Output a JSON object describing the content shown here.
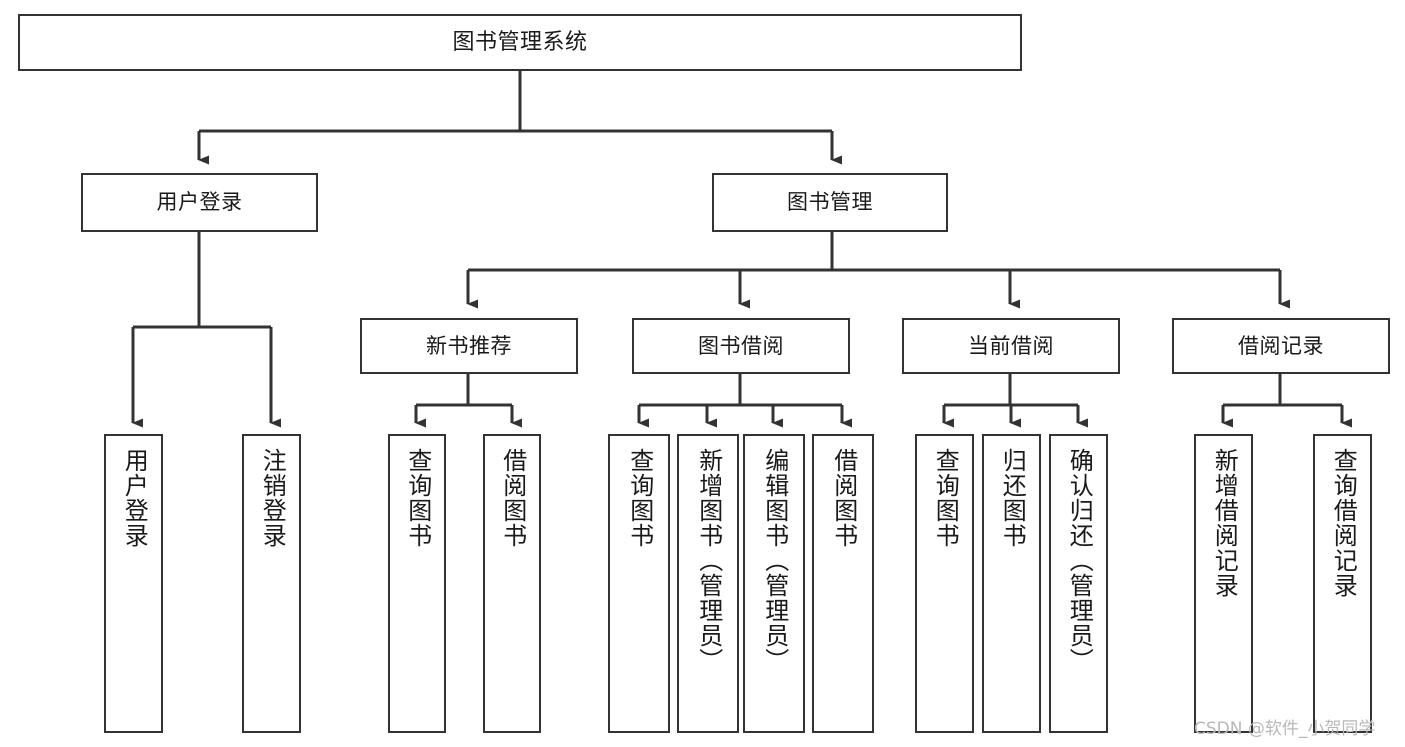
{
  "diagram": {
    "type": "hierarchy-tree",
    "title": "图书管理系统",
    "root": {
      "label": "图书管理系统"
    },
    "level2": [
      {
        "label": "用户登录"
      },
      {
        "label": "图书管理"
      }
    ],
    "level3": [
      {
        "label": "新书推荐"
      },
      {
        "label": "图书借阅"
      },
      {
        "label": "当前借阅"
      },
      {
        "label": "借阅记录"
      }
    ],
    "leaves": {
      "user_login": [
        {
          "label": "用户登录"
        },
        {
          "label": "注销登录"
        }
      ],
      "new_book": [
        {
          "label": "查询图书"
        },
        {
          "label": "借阅图书"
        }
      ],
      "book_borrow": [
        {
          "label": "查询图书"
        },
        {
          "label": "新增图书（管理员）"
        },
        {
          "label": "编辑图书（管理员）"
        },
        {
          "label": "借阅图书"
        }
      ],
      "current_borrow": [
        {
          "label": "查询图书"
        },
        {
          "label": "归还图书"
        },
        {
          "label": "确认归还（管理员）"
        }
      ],
      "borrow_record": [
        {
          "label": "新增借阅记录"
        },
        {
          "label": "查询借阅记录"
        }
      ]
    }
  },
  "watermark": {
    "text": "CSDN @软件_小贺同学"
  },
  "colors": {
    "stroke": "#333333",
    "background": "#ffffff",
    "text": "#1a1a1a",
    "watermark": "#b8b8b8"
  }
}
